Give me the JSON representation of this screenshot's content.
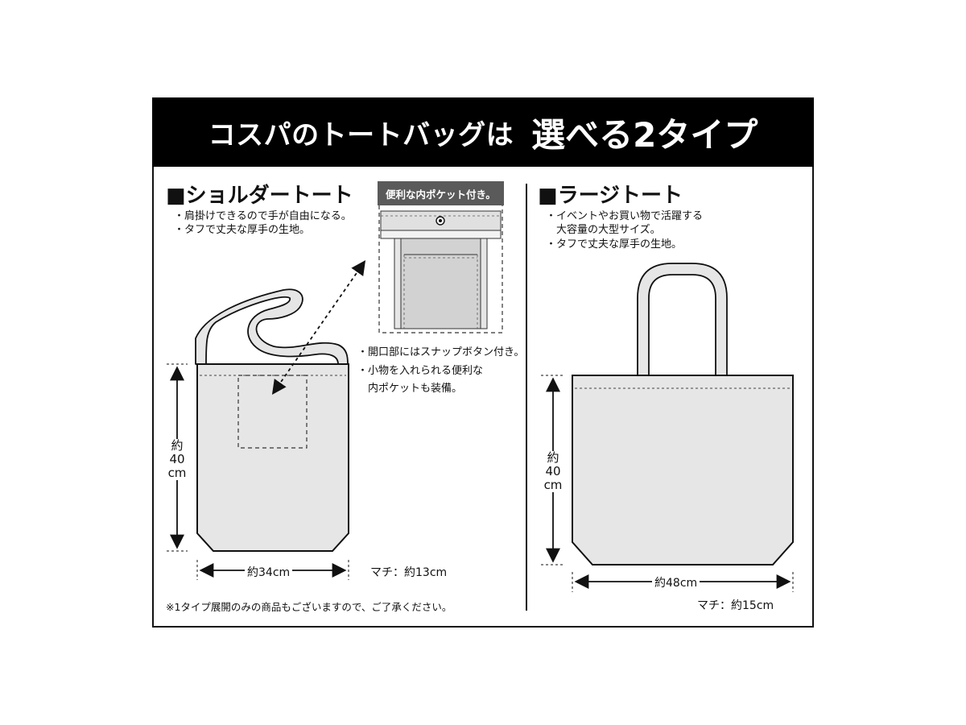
{
  "banner": {
    "lead": "コスパのトートバッグは",
    "emphasis": "選べる2タイプ"
  },
  "shoulder": {
    "heading": "■ショルダートート",
    "bullets": [
      "・肩掛けできるので手が自由になる。",
      "・タフで丈夫な厚手の生地。"
    ],
    "pocket_tag": "便利な内ポケット付き。",
    "pocket_notes": [
      "・開口部にはスナップボタン付き。",
      "・小物を入れられる便利な",
      "　内ポケットも装備。"
    ],
    "height_label": [
      "約",
      "40",
      "cm"
    ],
    "width_label": "約34cm",
    "gusset_label": "マチ：約13cm",
    "footnote": "※1タイプ展開のみの商品もございますので、ご了承ください。"
  },
  "large": {
    "heading": "■ラージトート",
    "bullets": [
      "・イベントやお買い物で活躍する",
      "　大容量の大型サイズ。",
      "・タフで丈夫な厚手の生地。"
    ],
    "height_label": [
      "約",
      "40",
      "cm"
    ],
    "width_label": "約48cm",
    "gusset_label": "マチ：約15cm"
  },
  "colors": {
    "bag_fill": "#e6e6e6",
    "pocket_fill": "#d2d2d2",
    "banner": "#000000",
    "tag": "#5a5a5a"
  }
}
